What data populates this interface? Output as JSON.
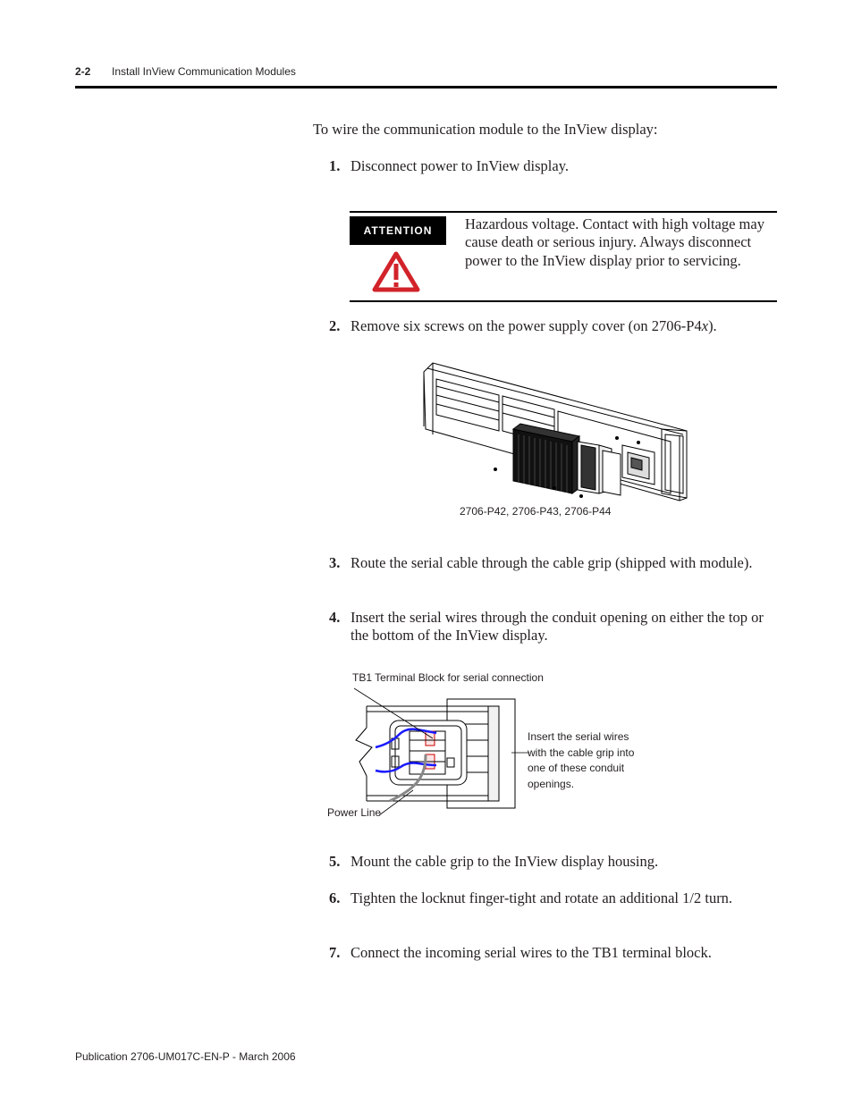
{
  "header": {
    "page_number": "2-2",
    "title": "Install InView Communication Modules"
  },
  "intro": "To wire the communication module to the InView display:",
  "steps": [
    {
      "num": "1.",
      "text": "Disconnect power to InView display."
    },
    {
      "num": "2.",
      "text_before": "Remove six screws on the power supply cover (on 2706-P4",
      "text_italic": "x",
      "text_after": ")."
    },
    {
      "num": "3.",
      "text": "Route the serial cable through the cable grip (shipped with module)."
    },
    {
      "num": "4.",
      "text": "Insert the serial wires through the conduit opening on either the top or the bottom of the InView display."
    },
    {
      "num": "5.",
      "text": "Mount the cable grip to the InView display housing."
    },
    {
      "num": "6.",
      "text": "Tighten the locknut finger-tight and rotate an additional 1/2 turn."
    },
    {
      "num": "7.",
      "text": "Connect the incoming serial wires to the TB1 terminal block."
    }
  ],
  "attention": {
    "label": "ATTENTION",
    "icon": "warning-triangle-icon",
    "text": "Hazardous voltage. Contact with high voltage may cause death or serious injury. Always disconnect power to the InView display prior to servicing.",
    "icon_color": "#d2232a"
  },
  "figure1": {
    "caption": "2706-P42, 2706-P43, 2706-P44"
  },
  "figure2": {
    "label_tb1": "TB1 Terminal Block for serial connection",
    "label_power": "Power Line",
    "callout": "Insert the serial wires with the cable grip into one of these conduit openings.",
    "wire_color": "#1a1aff"
  },
  "footer": "Publication 2706-UM017C-EN-P - March 2006"
}
